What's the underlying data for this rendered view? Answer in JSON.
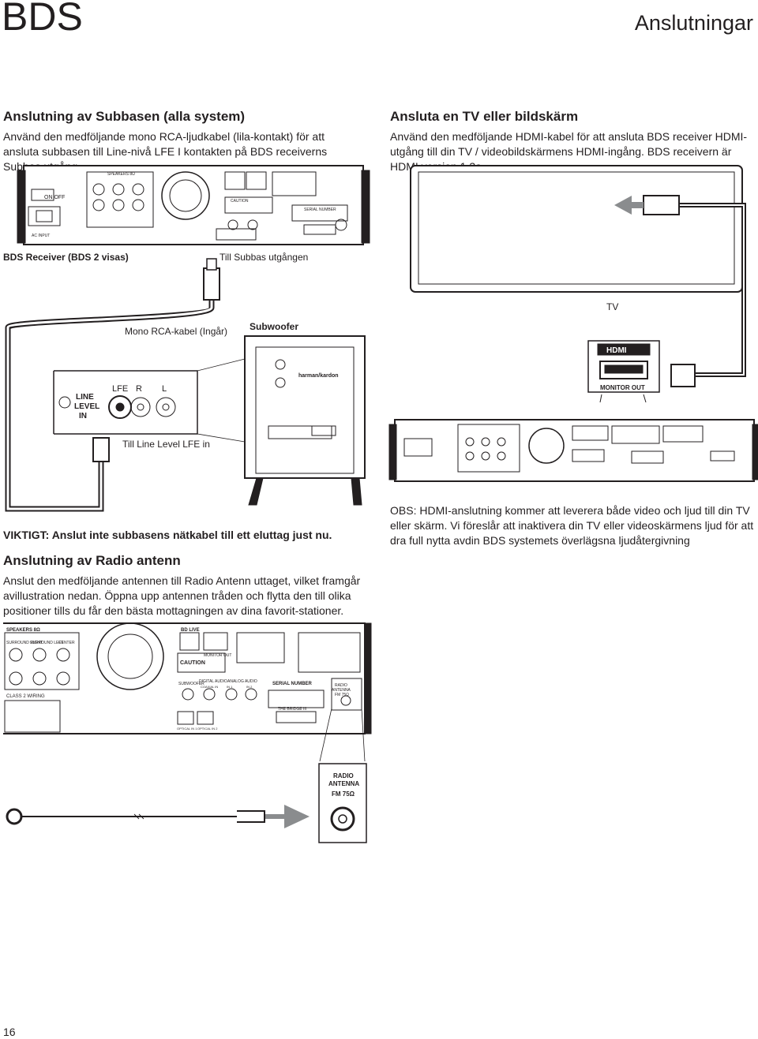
{
  "header": {
    "brand": "BDS",
    "section": "Anslutningar"
  },
  "subwoofer_section": {
    "title": "Anslutning av Subbasen (alla system)",
    "body": "Använd den medföljande mono RCA-ljudkabel (lila-kontakt) för att ansluta subbasen till Line-nivå LFE I kontakten på BDS receiverns Subbas utgång.",
    "receiver_label": "BDS Receiver (BDS 2 visas)",
    "sub_out_label": "Till Subbas utgången",
    "cable_label": "Mono RCA-kabel (Ingår)",
    "subwoofer_label": "Subwoofer",
    "line_in_label": "Till Line Level LFE in",
    "important": "VIKTIGT: Anslut inte subbasens nätkabel till ett eluttag just nu.",
    "panel_labels": {
      "lfe": "LFE",
      "r": "R",
      "l": "L",
      "line": "LINE",
      "level": "LEVEL",
      "in": "IN"
    }
  },
  "tv_section": {
    "title": "Ansluta en TV eller bildskärm",
    "body": "Använd den medföljande HDMI-kabel för att ansluta BDS receiver HDMI-utgång till din TV / videobildskärmens HDMI-ingång. BDS receivern är HDMI version 1.3a.",
    "tv_label": "TV",
    "hdmi_logo": "HDMI",
    "monitor_out": "MONITOR OUT",
    "note": "OBS: HDMI-anslutning kommer att leverera både video och ljud till din TV eller skärm. Vi föreslår att inaktivera din TV eller videoskärmens ljud för att dra full nytta avdin BDS systemets överlägsna ljudåtergivning"
  },
  "radio_section": {
    "title": "Anslutning av Radio antenn",
    "body": "Anslut den medföljande antennen till Radio Antenn uttaget, vilket framgår avillustration nedan. Öppna upp antennen tråden och flytta den till olika positioner tills du får den bästa mottagningen av dina favorit-stationer.",
    "antenna_label_1": "RADIO",
    "antenna_label_2": "ANTENNA",
    "antenna_label_3": "FM 75Ω"
  },
  "receiver_panel": {
    "speakers": "SPEAKERS 8Ω",
    "surround_right": "SURROUND RIGHT",
    "surround_left": "SURROUND LEFT",
    "center": "CENTER",
    "bd_live": "BD LIVE",
    "monitor_out": "MONITOR OUT",
    "caution": "CAUTION",
    "subwoofer": "SUBWOOFER",
    "digital_audio": "DIGITAL AUDIO",
    "coaxial_in": "COAXIAL IN",
    "analog_audio": "ANALOG AUDIO",
    "in1": "IN 1",
    "in2": "IN 2",
    "serial_number": "SERIAL NUMBER",
    "the_bridge": "THE BRIDGE III",
    "optical_in1": "OPTICAL IN 1",
    "optical_in2": "OPTICAL IN 2",
    "class2": "CLASS 2 WIRING",
    "ac_input": "AC INPUT",
    "on": "ON",
    "off": "OFF",
    "radio": "RADIO",
    "antenna": "ANTENNA",
    "fm": "FM 75Ω"
  },
  "footer": {
    "page": "16"
  }
}
